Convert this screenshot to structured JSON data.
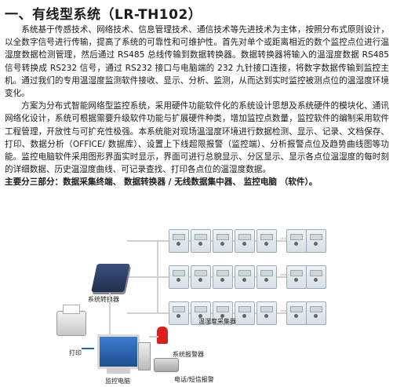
{
  "heading": "一、有线型系统（LR-TH102）",
  "paragraphs": [
    "系统基于传感技术、网络技术、信息管理技术、通信技术等先进技术为主体，按照分布式原则设计，以全数字信号进行传输，提高了系统的可靠性和可维护性。首先对单个或距离相近的数个监控点位进行温湿度数据检测管理，然后通过 RS485 总线传输到数据转换器。数据转换器将输入的温湿度数据 RS485 信号转换成 RS232 信号，通过 RS232 接口与电脑端的 232 九针接口连接，将数字数据传输到监控主机。通过我们的专用温湿度监测软件接收、显示、分析、监测，从而达到实时监控被测点位的温湿度环境变化。",
    "方案为分布式智能网络型监控系统，采用硬件功能软件化的系统设计思想及系统硬件的模块化、通讯网络化设计，系统可根据需要升级软件功能与扩展硬件种类，增加监控点数量，监控软件的编制采用软件工程管理，开放性与可扩充性极强。本系统能对现场温湿度环境进行数据检测、显示、记录、文档保存、打印、数据分析（OFFICE/ 数据库）、设置上下线超限报警（监控端）、分析报警点位及趋势曲线图等功能。监控电脑软件采用图形界面实时显示，界面可进行总貌显示、分区显示、显示各点位温湿度的每时刻的详细数据、历史温湿度曲线、可记录查找、打印各点位的温湿度数据。"
  ],
  "summary": "主要分三部分：数据采集终端、 数据转换器 / 无线数据集中器、 监控电脑 （软件）。",
  "diagram": {
    "converter_label": "系统转换器",
    "sensors_label": "温湿度采集器",
    "print_label": "打印",
    "computer_label": "监控电脑",
    "alarm_label": "系统报警器",
    "sms_label": "电话/短信报警"
  }
}
